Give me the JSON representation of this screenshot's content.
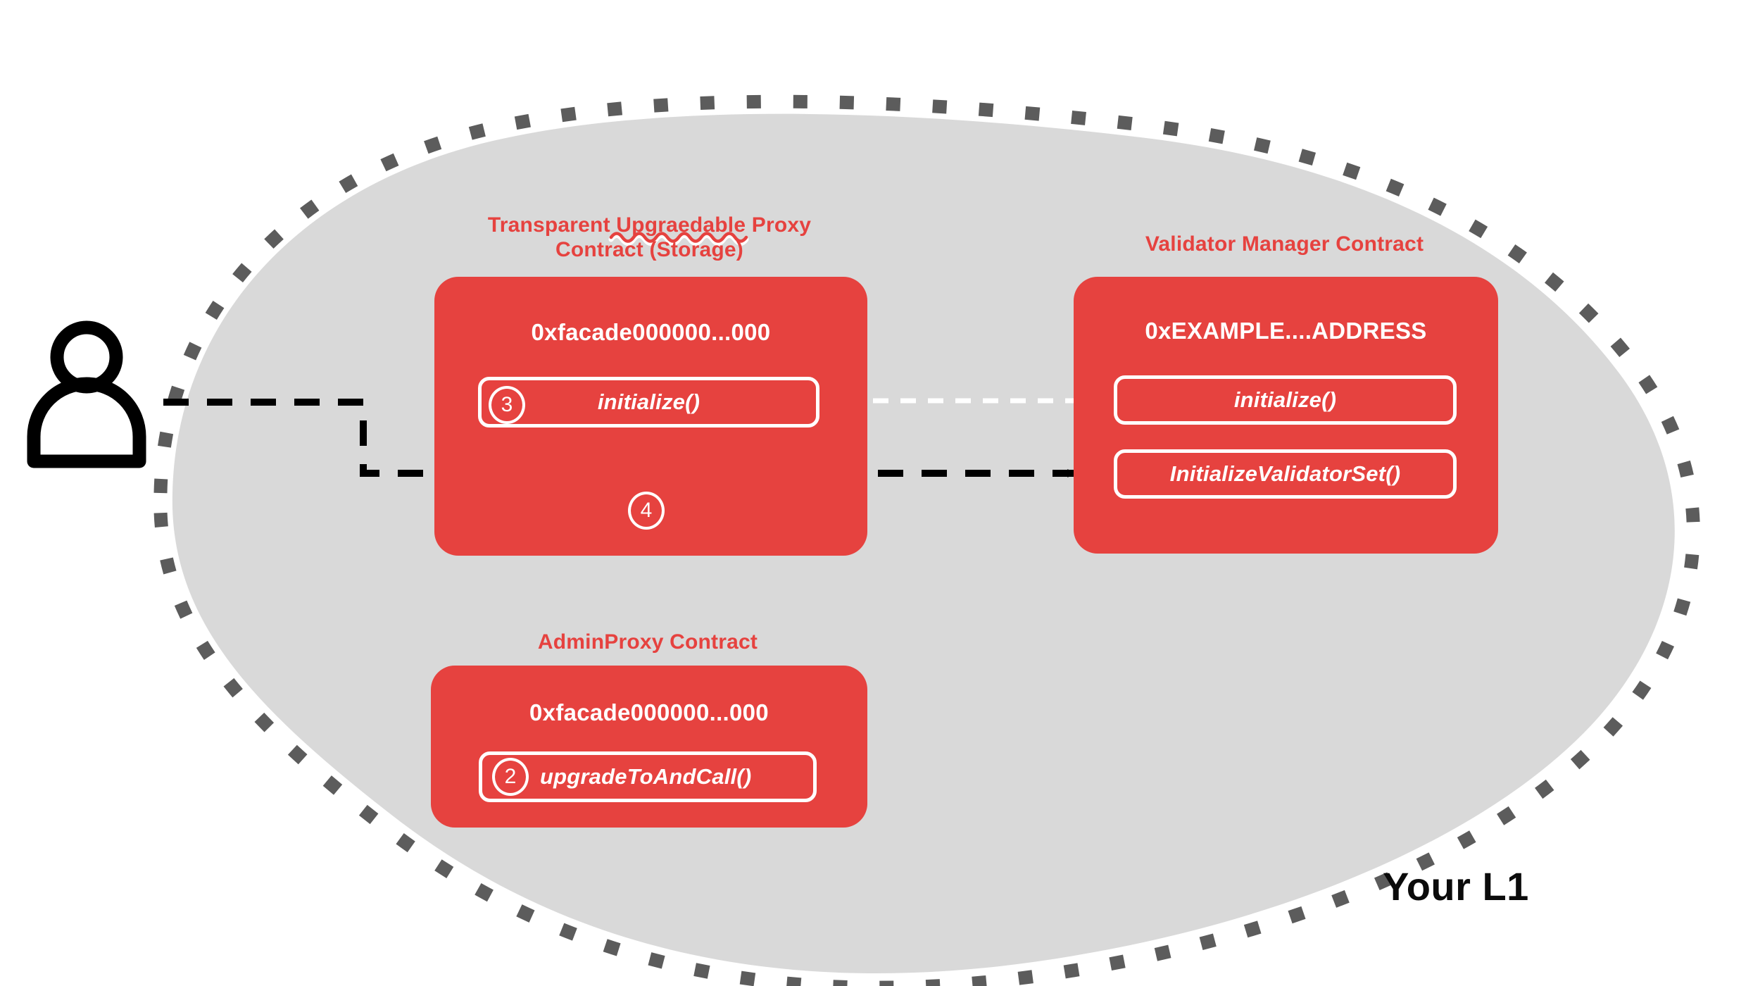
{
  "region": {
    "label": "Your L1",
    "fill_color": "#D9D9D9",
    "border_color": "#5C5C5C",
    "border_style": "dashed"
  },
  "accent_color": "#E6423F",
  "actor": {
    "icon": "user-icon",
    "label": ""
  },
  "nodes": [
    {
      "id": "transparent-proxy",
      "title": "Transparent Upgraedable Proxy\nContract (Storage)",
      "title_misspelled_word": "Upgraedable",
      "address": "0xfacade000000...000",
      "functions": [
        {
          "step": "3",
          "name": "initialize()"
        }
      ],
      "free_step": "4"
    },
    {
      "id": "validator-manager",
      "title": "Validator Manager Contract",
      "address": "0xEXAMPLE....ADDRESS",
      "functions": [
        {
          "step": "",
          "name": "initialize()"
        },
        {
          "step": "",
          "name": "InitializeValidatorSet()"
        }
      ]
    },
    {
      "id": "admin-proxy",
      "title": "AdminProxy  Contract",
      "address": "0xfacade000000...000",
      "functions": [
        {
          "step": "2",
          "name": "upgradeToAndCall()"
        }
      ]
    }
  ],
  "connections": [
    {
      "id": "user-to-validator-set",
      "from": "actor",
      "to": "validator-manager.InitializeValidatorSet()",
      "style": "dashed",
      "color": "#000000",
      "arrowhead": "solid"
    },
    {
      "id": "proxy-initialize-to-vmc-initialize",
      "from": "transparent-proxy.initialize()",
      "to": "validator-manager.initialize()",
      "style": "dashed",
      "color": "#FFFFFF",
      "arrowhead": "open"
    }
  ]
}
